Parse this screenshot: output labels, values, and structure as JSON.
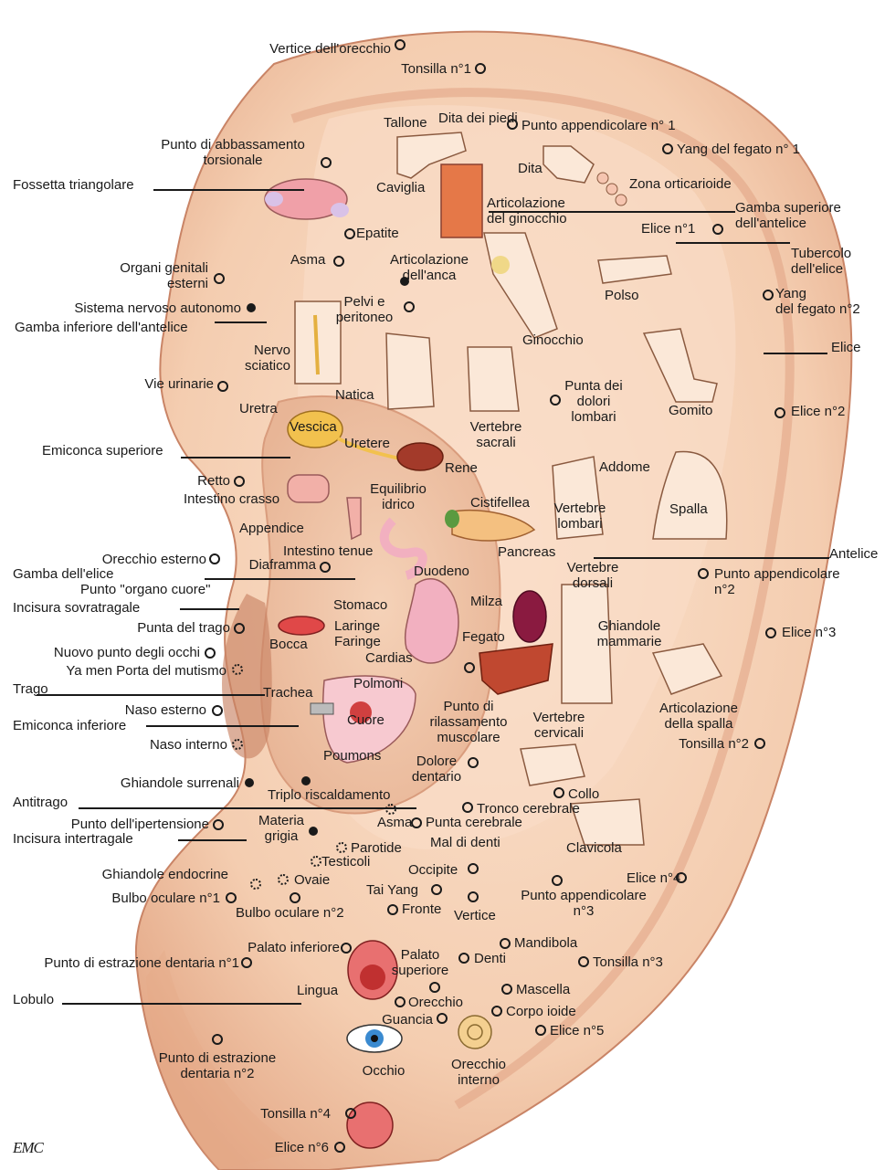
{
  "colors": {
    "skin": "#f6d3b8",
    "skin_shadow": "#e6ad8c",
    "skin_dark": "#c98466",
    "text": "#1a1a1a"
  },
  "logo": "EMC",
  "labels": {
    "vertice_orecchio": "Vertice dell'orecchio",
    "tonsilla1": "Tonsilla n°1",
    "tallone": "Tallone",
    "dita_piedi": "Dita dei piedi",
    "punto_app1": "Punto appendicolare n° 1",
    "abbassamento": "Punto di abbassamento\ntorsionale",
    "yang1": "Yang del fegato n° 1",
    "dita": "Dita",
    "fossetta": "Fossetta triangolare",
    "caviglia": "Caviglia",
    "zona_ort": "Zona orticarioide",
    "art_ginocchio": "Articolazione\ndel ginocchio",
    "gamba_sup": "Gamba superiore\ndell'antelice",
    "epatite": "Epatite",
    "elice1": "Elice n°1",
    "asma": "Asma",
    "tubercolo": "Tubercolo\ndell'elice",
    "art_anca": "Articolazione\ndell'anca",
    "org_genitali": "Organi genitali\nesterni",
    "polso": "Polso",
    "yang2": "Yang\ndel fegato n°2",
    "sist_nervoso": "Sistema nervoso autonomo",
    "pelvi": "Pelvi e\nperitoneo",
    "gamba_inf": "Gamba inferiore dell'antelice",
    "ginocchio": "Ginocchio",
    "elice": "Elice",
    "nervo_sciatico": "Nervo\nsciatico",
    "punta_dolori": "Punta dei\ndolori\nlombari",
    "vie_urinarie": "Vie urinarie",
    "natica": "Natica",
    "uretra": "Uretra",
    "gomito": "Gomito",
    "elice2": "Elice n°2",
    "vescica": "Vescica",
    "uretere": "Uretere",
    "vertebre_sacrali": "Vertebre\nsacrali",
    "emiconca_sup": "Emiconca superiore",
    "rene": "Rene",
    "addome": "Addome",
    "retto": "Retto",
    "intestino_crasso": "Intestino crasso",
    "equilibrio": "Equilibrio\nidrico",
    "cistifellea": "Cistifellea",
    "vertebre_lombari": "Vertebre\nlombari",
    "spalla": "Spalla",
    "appendice": "Appendice",
    "intestino_tenue": "Intestino tenue",
    "pancreas": "Pancreas",
    "orecchio_esterno": "Orecchio esterno",
    "diaframma": "Diaframma",
    "vertebre_dorsali": "Vertebre\ndorsali",
    "antelice": "Antelice",
    "gamba_elice": "Gamba dell'elice",
    "duodeno": "Duodeno",
    "punto_app2": "Punto appendicolare\nn°2",
    "organo_cuore": "Punto \"organo cuore\"",
    "incisura_sovra": "Incisura sovratragale",
    "stomaco": "Stomaco",
    "milza": "Milza",
    "punta_trago": "Punta del trago",
    "laringe": "Laringe\nFaringe",
    "ghiandole_mammarie": "Ghiandole\nmammarie",
    "elice3": "Elice n°3",
    "bocca": "Bocca",
    "fegato": "Fegato",
    "nuovo_punto": "Nuovo punto degli occhi",
    "cardias": "Cardias",
    "ya_men": "Ya men Porta del mutismo",
    "polmoni": "Polmoni",
    "trago": "Trago",
    "trachea": "Trachea",
    "art_spalla": "Articolazione\ndella spalla",
    "naso_esterno": "Naso esterno",
    "cuore": "Cuore",
    "punto_rilass": "Punto di\nrilassamento\nmuscolare",
    "vertebre_cervicali": "Vertebre\ncervicali",
    "emiconca_inf": "Emiconca inferiore",
    "tonsilla2": "Tonsilla n°2",
    "naso_interno": "Naso interno",
    "poumons": "Poumons",
    "dolore_dentario": "Dolore\ndentario",
    "ghiandole_surrenali": "Ghiandole surrenali",
    "triplo": "Triplo riscaldamento",
    "collo": "Collo",
    "antitrago": "Antitrago",
    "tronco": "Tronco cerebrale",
    "ipertensione": "Punto dell'ipertensione",
    "materia_grigia": "Materia\ngrigia",
    "asma2": "Asma",
    "punta_cerebrale": "Punta cerebrale",
    "incisura_inter": "Incisura intertragale",
    "parotide": "Parotide",
    "mal_denti": "Mal di denti",
    "clavicola": "Clavicola",
    "testicoli": "Testicoli",
    "ghiandole_endocrine": "Ghiandole endocrine",
    "occipite": "Occipite",
    "ovaie": "Ovaie",
    "elice4": "Elice n°4",
    "bulbo1": "Bulbo oculare n°1",
    "tai_yang": "Tai Yang",
    "punto_app3": "Punto appendicolare\nn°3",
    "fronte": "Fronte",
    "vertice": "Vertice",
    "bulbo2": "Bulbo oculare n°2",
    "mandibola": "Mandibola",
    "palato_inf": "Palato inferiore",
    "palato_sup": "Palato\nsuperiore",
    "denti": "Denti",
    "estrazione1": "Punto di estrazione dentaria n°1",
    "tonsilla3": "Tonsilla n°3",
    "lingua": "Lingua",
    "mascella": "Mascella",
    "lobulo": "Lobulo",
    "orecchio": "Orecchio",
    "corpo_ioide": "Corpo ioide",
    "guancia": "Guancia",
    "elice5": "Elice n°5",
    "estrazione2": "Punto di estrazione\ndentaria n°2",
    "occhio": "Occhio",
    "orecchio_interno": "Orecchio\ninterno",
    "tonsilla4": "Tonsilla n°4",
    "elice6": "Elice n°6"
  }
}
